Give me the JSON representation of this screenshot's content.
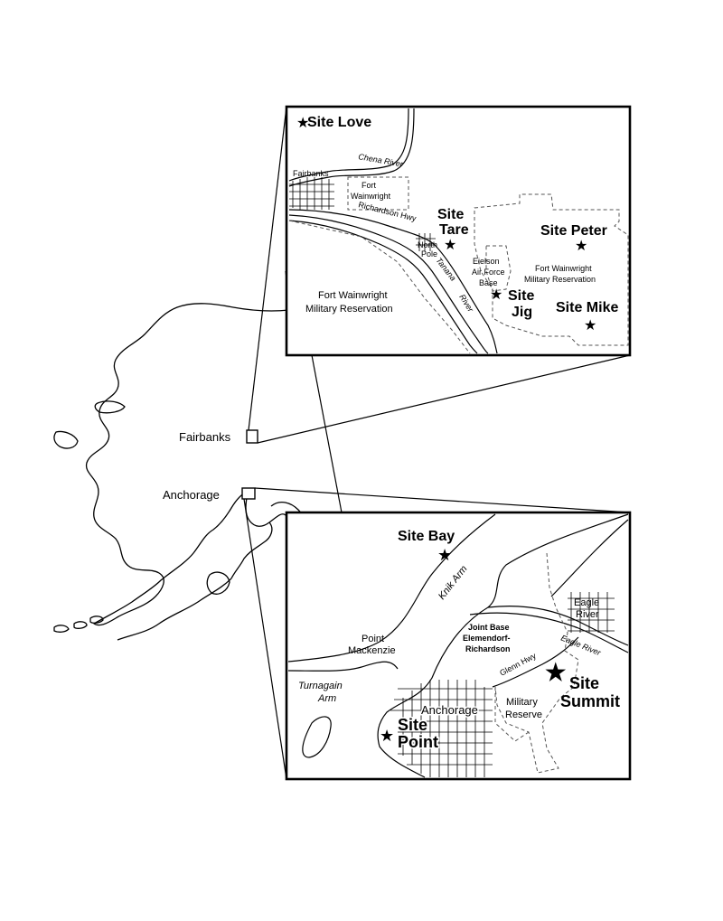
{
  "overview": {
    "fairbanks": "Fairbanks",
    "anchorage": "Anchorage"
  },
  "fairbanks_inset": {
    "site_love": "Site Love",
    "site_tare_1": "Site",
    "site_tare_2": "Tare",
    "site_peter": "Site Peter",
    "site_jig_1": "Site",
    "site_jig_2": "Jig",
    "site_mike": "Site Mike",
    "fairbanks": "Fairbanks",
    "fort_wainwright_1": "Fort",
    "fort_wainwright_2": "Wainwright",
    "richardson_hwy": "Richardson Hwy",
    "chena_river": "Chena River",
    "north_pole_1": "North",
    "north_pole_2": "Pole",
    "tanana_river": "Tanana",
    "river_word": "River",
    "eielson_1": "Eielson",
    "eielson_2": "Air Force",
    "eielson_3": "Base",
    "fw_mil_res_e_1": "Fort Wainwright",
    "fw_mil_res_e_2": "Military Reservation",
    "fw_mil_res_w_1": "Fort Wainwright",
    "fw_mil_res_w_2": "Military Reservation"
  },
  "anchorage_inset": {
    "site_bay": "Site Bay",
    "knik_arm": "Knik Arm",
    "point_mackenzie_1": "Point",
    "point_mackenzie_2": "Mackenzie",
    "turnagain_arm_1": "Turnagain",
    "turnagain_arm_2": "Arm",
    "eagle_river_1": "Eagle",
    "eagle_river_2": "River",
    "eagle_river_water": "Eagle River",
    "jber_1": "Joint Base",
    "jber_2": "Elemendorf-",
    "jber_3": "Richardson",
    "glenn_hwy": "Glenn Hwy",
    "site_summit_1": "Site",
    "site_summit_2": "Summit",
    "military_reserve_1": "Military",
    "military_reserve_2": "Reserve",
    "anchorage": "Anchorage",
    "site_point_1": "Site",
    "site_point_2": "Point"
  }
}
